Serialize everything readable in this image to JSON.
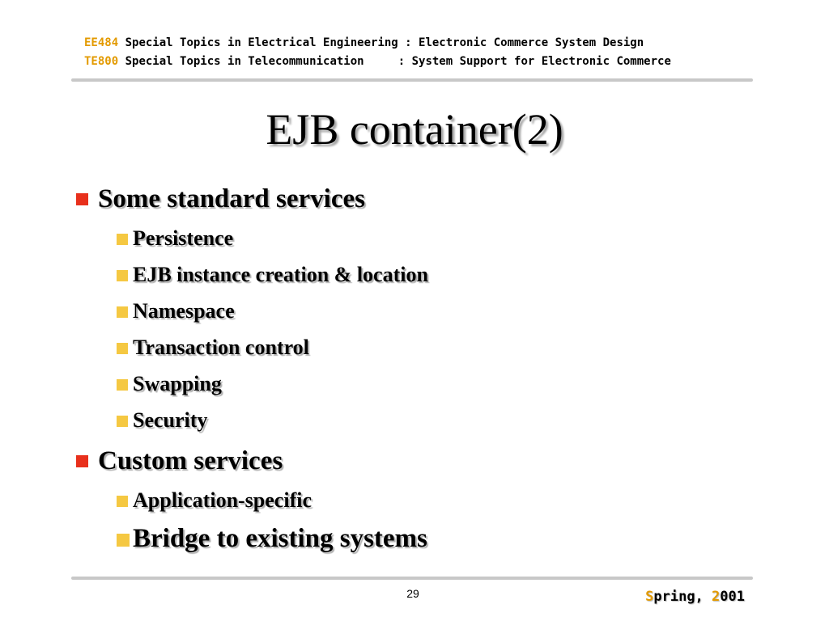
{
  "header": {
    "lines": [
      {
        "code": "EE484",
        "text": " Special Topics in Electrical Engineering : Electronic Commerce System Design"
      },
      {
        "code": "TE800",
        "text": " Special Topics in Telecommunication     : System Support for Electronic Commerce"
      }
    ]
  },
  "slide": {
    "title": "EJB container(2)",
    "bullets": [
      {
        "text": "Some standard services",
        "sub": [
          "Persistence",
          "EJB instance creation & location",
          "Namespace",
          "Transaction control",
          "Swapping",
          "Security"
        ]
      },
      {
        "text": "Custom services",
        "sub": [
          "Application-specific",
          "Bridge to existing systems"
        ]
      }
    ]
  },
  "footer": {
    "page_number": "29",
    "season_initial": "S",
    "season_rest": "pring, ",
    "year_initial": "2",
    "year_rest": "001"
  },
  "colors": {
    "main_bullet": "#e8301c",
    "sub_bullet": "#f5c842",
    "course_code": "#e39a00",
    "rule": "#c8c8c8"
  }
}
